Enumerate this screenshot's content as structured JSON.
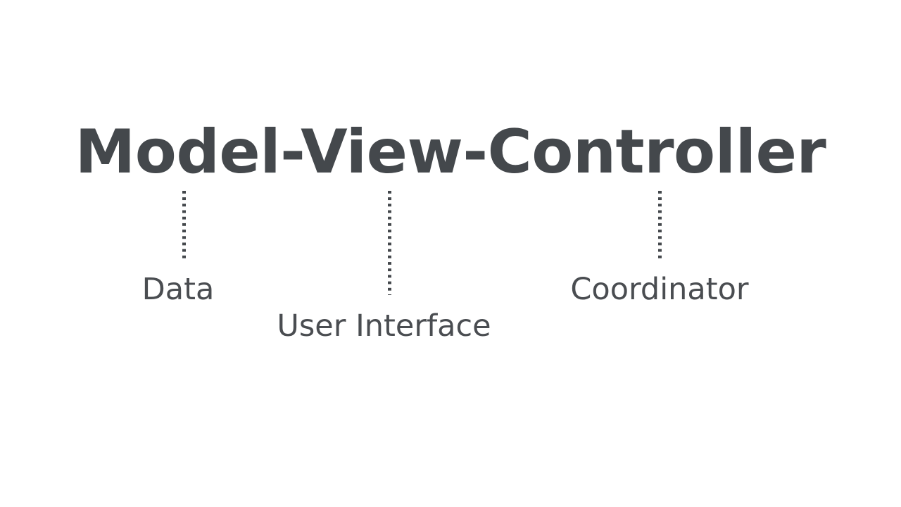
{
  "slide": {
    "background_color": "#ffffff",
    "title": {
      "text": "Model-View-Controller",
      "color": "#44484c"
    },
    "connector_color": "#44484c",
    "connectors": [
      {
        "name": "model-connector",
        "style": "dotted-vertical"
      },
      {
        "name": "view-connector",
        "style": "dotted-vertical"
      },
      {
        "name": "controller-connector",
        "style": "dotted-vertical"
      }
    ],
    "captions": [
      {
        "key": "model",
        "label": "Data",
        "color": "#4a4d51"
      },
      {
        "key": "view",
        "label": "User Interface",
        "color": "#4a4d51"
      },
      {
        "key": "controller",
        "label": "Coordinator",
        "color": "#4a4d51"
      }
    ]
  }
}
